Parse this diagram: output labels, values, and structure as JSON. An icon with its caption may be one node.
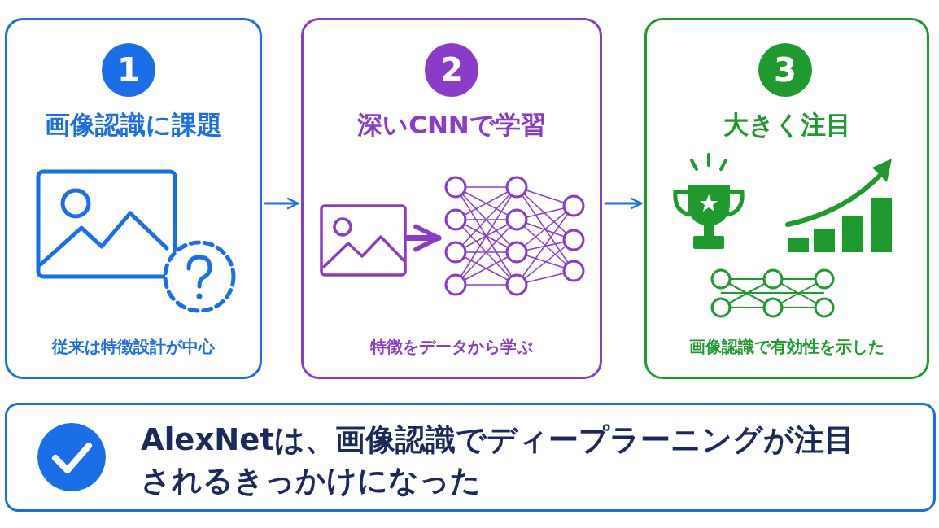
{
  "diagram": {
    "nodes": [
      {
        "text": [
          "画像認識に課題",
          "従来は特徴設計が中心"
        ]
      },
      {
        "text": [
          "1"
        ],
        "in": 0
      },
      {
        "text": [
          "深いCNNで学習",
          "特徴をデータから学ぶ"
        ]
      },
      {
        "text": [
          "2"
        ],
        "in": 2
      },
      {
        "text": [],
        "shape": "picture",
        "in": 2
      },
      {
        "text": [],
        "shape": "picture",
        "in": 2
      },
      {
        "text": [
          "大きく注目",
          "画像認識で有効性を示した"
        ]
      },
      {
        "text": [
          "3"
        ],
        "in": 6
      },
      {
        "text": [
          "AlexNetは、画像認識でディープラーニングが注目されるきっかけになった"
        ]
      }
    ],
    "edges": [
      {
        "from": 0,
        "to": 2,
        "arrow": "to"
      },
      {
        "from": 2,
        "to": 6,
        "arrow": "to"
      },
      {
        "from": 4,
        "to": 5,
        "arrow": "to",
        "style": "thick",
        "color": "#8a3cc8"
      }
    ]
  }
}
